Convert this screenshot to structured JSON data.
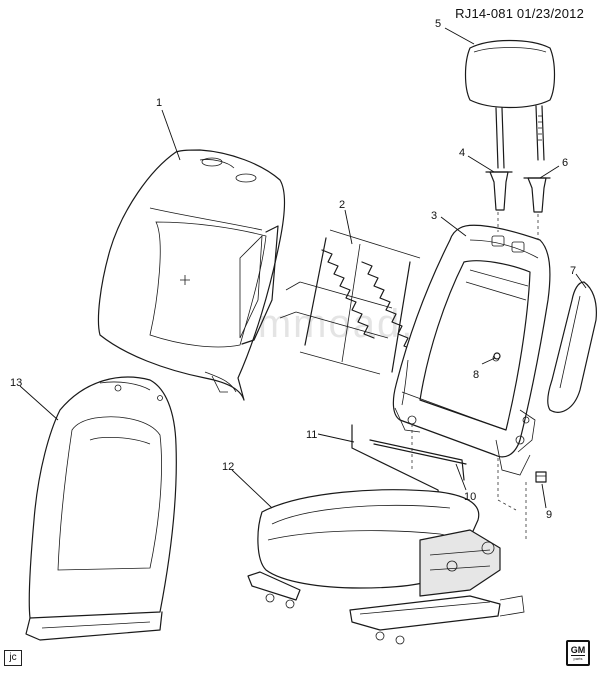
{
  "header": {
    "reference": "RJ14-081  01/23/2012"
  },
  "watermark": {
    "text": "www.gmmoad.ru"
  },
  "corner_tag": {
    "text": "jc"
  },
  "logo": {
    "brand": "GM",
    "sub": "parts"
  },
  "callouts": [
    {
      "number": "1",
      "part": "seatback-cover"
    },
    {
      "number": "2",
      "part": "seatback-spring-mat"
    },
    {
      "number": "3",
      "part": "seatback-frame"
    },
    {
      "number": "4",
      "part": "headrest-guide-left"
    },
    {
      "number": "5",
      "part": "headrest"
    },
    {
      "number": "6",
      "part": "headrest-guide-right"
    },
    {
      "number": "7",
      "part": "side-trim-panel"
    },
    {
      "number": "8",
      "part": "frame-bolt"
    },
    {
      "number": "9",
      "part": "bolt"
    },
    {
      "number": "10",
      "part": "support-wire"
    },
    {
      "number": "11",
      "part": "wire-rod"
    },
    {
      "number": "12",
      "part": "seat-cushion"
    },
    {
      "number": "13",
      "part": "seatback-pad"
    }
  ]
}
